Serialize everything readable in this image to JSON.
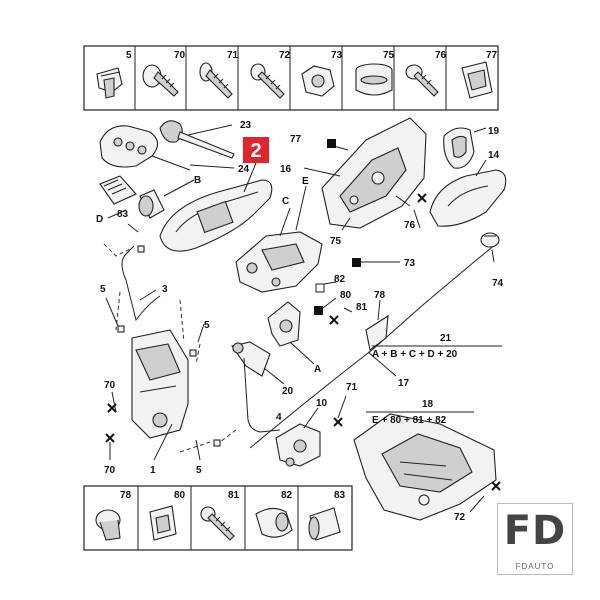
{
  "top_cells": [
    "5",
    "70",
    "71",
    "72",
    "73",
    "75",
    "76",
    "77"
  ],
  "bottom_cells": [
    "78",
    "80",
    "81",
    "82",
    "83"
  ],
  "callouts": {
    "n23": "23",
    "n24": "24",
    "nB": "B",
    "nD": "D",
    "n83": "83",
    "n3": "3",
    "n5a": "5",
    "n5b": "5",
    "n70a": "70",
    "n70b": "70",
    "n1": "1",
    "n5c": "5",
    "n2": "2",
    "n16": "16",
    "nE": "E",
    "nC": "C",
    "n77": "77",
    "n75": "75",
    "n76": "76",
    "n19": "19",
    "n14": "14",
    "n74": "74",
    "n73": "73",
    "n82": "82",
    "n80": "80",
    "n81": "81",
    "n78": "78",
    "nA": "A",
    "n20": "20",
    "n4": "4",
    "n17": "17",
    "n71": "71",
    "n10": "10",
    "n72": "72"
  },
  "formulas": {
    "f21_num": "21",
    "f21": "A + B + C + D + 20",
    "f18_num": "18",
    "f18": "E + 80 + 81 + 82"
  },
  "highlight": {
    "label": "2",
    "color": "#e3242b"
  },
  "watermark": {
    "big": "FD",
    "small": "FDAUTO"
  }
}
